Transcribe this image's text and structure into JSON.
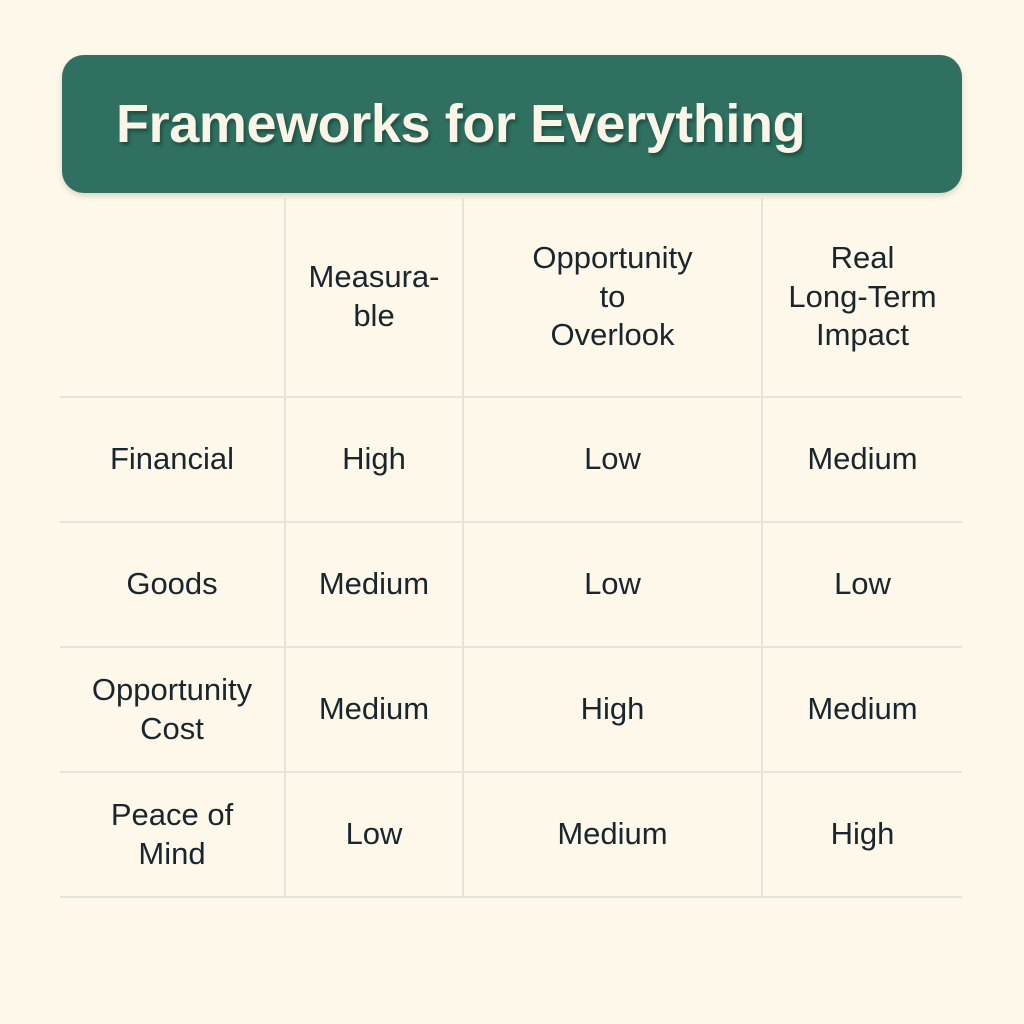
{
  "banner": {
    "title": "Frameworks for Everything",
    "background_color": "#2f7061",
    "text_color": "#faf5e6"
  },
  "page": {
    "background_color": "#fdf8e9",
    "text_color": "#19262e",
    "grid_line_color": "#e6e3d8"
  },
  "table": {
    "corner_label": "",
    "columns": [
      {
        "line1": "Measura-",
        "line2": "ble",
        "line3": ""
      },
      {
        "line1": "Opportunity",
        "line2": "to",
        "line3": "Overlook"
      },
      {
        "line1": "Real",
        "line2": "Long-Term",
        "line3": "Impact"
      }
    ],
    "rows": [
      {
        "label_line1": "Financial",
        "label_line2": "",
        "cells": [
          "High",
          "Low",
          "Medium"
        ]
      },
      {
        "label_line1": "Goods",
        "label_line2": "",
        "cells": [
          "Medium",
          "Low",
          "Low"
        ]
      },
      {
        "label_line1": "Opportunity",
        "label_line2": "Cost",
        "cells": [
          "Medium",
          "High",
          "Medium"
        ]
      },
      {
        "label_line1": "Peace of",
        "label_line2": "Mind",
        "cells": [
          "Low",
          "Medium",
          "High"
        ]
      }
    ]
  }
}
